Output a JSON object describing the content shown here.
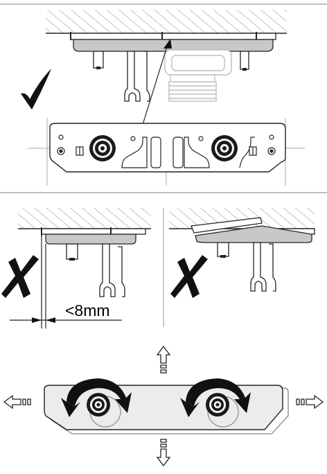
{
  "figure": {
    "panels": [
      {
        "id": "top",
        "mark": "check",
        "verdict": "correct"
      },
      {
        "id": "middle-left",
        "mark": "cross",
        "verdict": "incorrect",
        "dimension_label": "<8mm"
      },
      {
        "id": "middle-right",
        "mark": "cross",
        "verdict": "incorrect"
      },
      {
        "id": "bottom",
        "adjustment": "rotate-and-shift",
        "arrows": [
          "up",
          "down",
          "left",
          "right"
        ]
      }
    ]
  },
  "colors": {
    "stroke": "#222222",
    "fill_gray": "#c8c8c8",
    "plate_fill": "#ececec",
    "divider": "#999999"
  },
  "icons": [
    "check-mark-icon",
    "cross-mark-icon",
    "rotate-arrow-icon",
    "arrow-up-icon",
    "arrow-down-icon",
    "arrow-left-icon",
    "arrow-right-icon"
  ]
}
